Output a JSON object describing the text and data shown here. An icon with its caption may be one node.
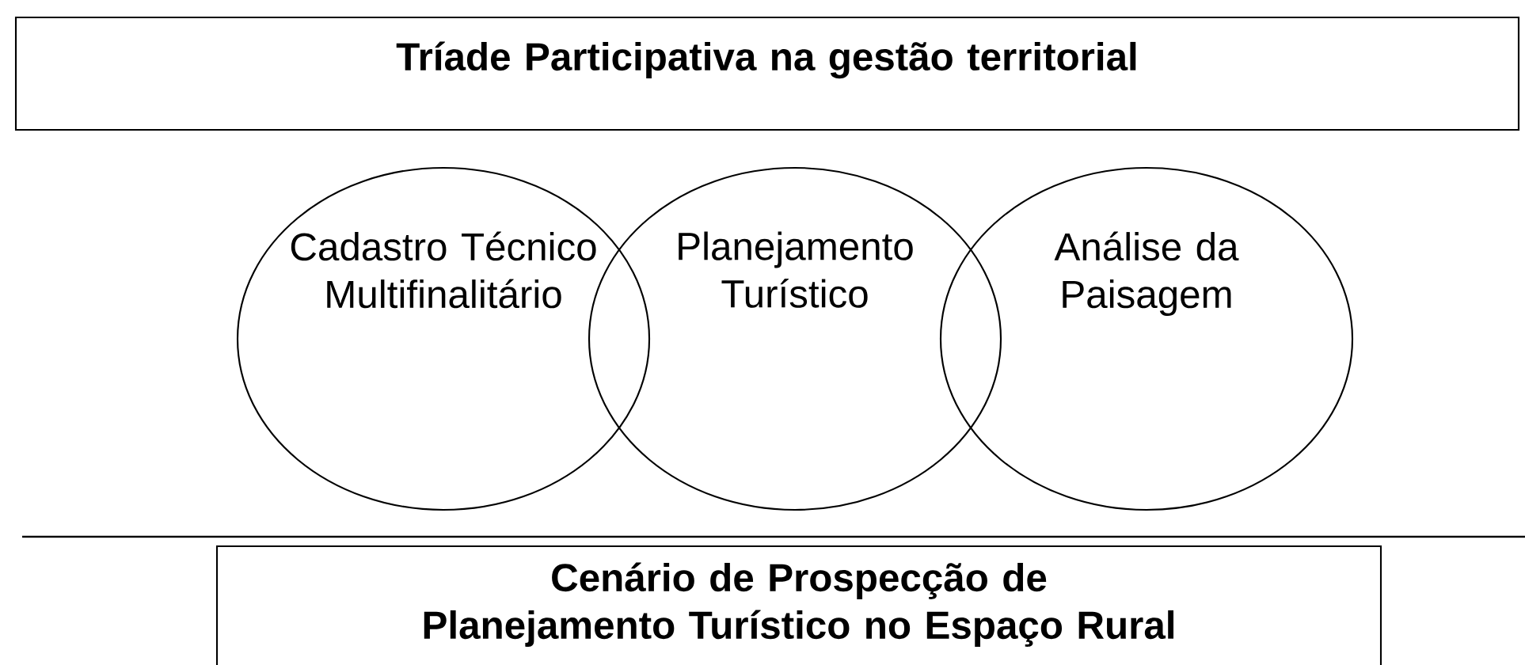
{
  "diagram": {
    "nodes": [
      {
        "text": [
          "Tríade Participativa na gestão territorial"
        ]
      },
      {
        "text": [
          "Cadastro Técnico Multifinalitário"
        ]
      },
      {
        "text": [
          "Planejamento Turístico"
        ]
      },
      {
        "text": [
          "Análise da Paisagem"
        ]
      },
      {
        "text": [
          "Cenário de Prospecção de Planejamento Turístico no Espaço Rural"
        ]
      }
    ]
  }
}
